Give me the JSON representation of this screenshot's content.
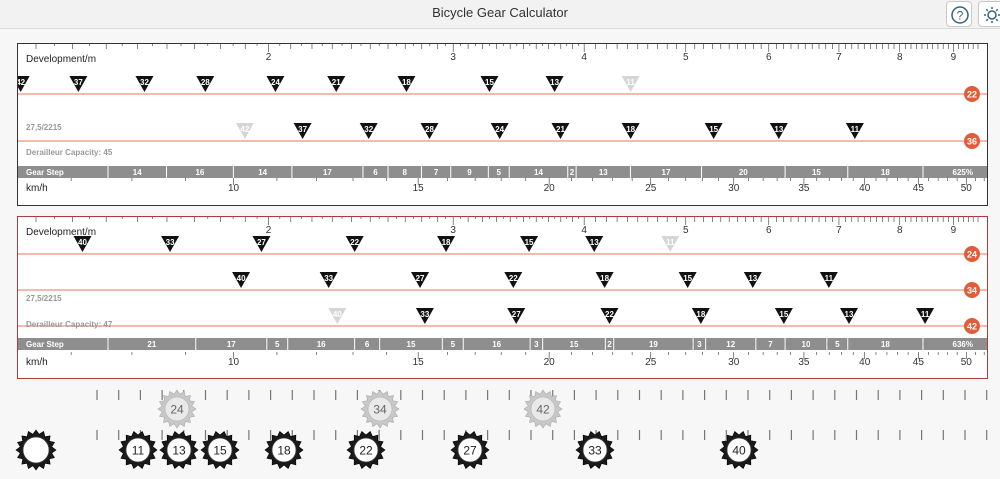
{
  "app": {
    "title": "Bicycle Gear Calculator",
    "help_label": "?",
    "settings_label": "settings"
  },
  "colors": {
    "chainring_line": "#e8755c",
    "chainring_badge": "#e25c3a",
    "marker_fill": "#111111",
    "marker_ghost": "#d6d6d6",
    "step_bar": "#8e8e8e",
    "info_text": "#999999"
  },
  "panels": [
    {
      "development_label": "Development/m",
      "speed_label": "km/h",
      "wheel_info": "27,5/2215",
      "capacity_label": "Derailleur Capacity: 45",
      "gear_step_label": "Gear Step",
      "gear_step_total": "625%",
      "gear_steps": [
        "14",
        "16",
        "14",
        "17",
        "6",
        "8",
        "7",
        "9",
        "5",
        "14",
        "2",
        "13",
        "17",
        "20",
        "15",
        "18"
      ],
      "development_ticks": [
        "2",
        "3",
        "4",
        "5",
        "6",
        "7",
        "8",
        "9"
      ],
      "speed_ticks": [
        "10",
        "15",
        "20",
        "25",
        "30",
        "35",
        "40",
        "45",
        "50"
      ],
      "chainrings": [
        {
          "teeth": "22",
          "cogs": [
            "42",
            "37",
            "32",
            "28",
            "24",
            "21",
            "18",
            "15",
            "13",
            "11"
          ],
          "ghost": [
            "11"
          ]
        },
        {
          "teeth": "36",
          "cogs": [
            "42",
            "37",
            "32",
            "28",
            "24",
            "21",
            "18",
            "15",
            "13",
            "11"
          ],
          "ghost": [
            "42"
          ]
        }
      ]
    },
    {
      "development_label": "Development/m",
      "speed_label": "km/h",
      "wheel_info": "27,5/2215",
      "capacity_label": "Derailleur Capacity: 47",
      "gear_step_label": "Gear Step",
      "gear_step_total": "636%",
      "gear_steps": [
        "21",
        "17",
        "5",
        "16",
        "6",
        "15",
        "5",
        "16",
        "3",
        "15",
        "2",
        "19",
        "3",
        "12",
        "7",
        "10",
        "5",
        "18"
      ],
      "development_ticks": [
        "2",
        "3",
        "4",
        "5",
        "6",
        "7",
        "8",
        "9"
      ],
      "speed_ticks": [
        "10",
        "15",
        "20",
        "25",
        "30",
        "35",
        "40",
        "45",
        "50"
      ],
      "chainrings": [
        {
          "teeth": "24",
          "cogs": [
            "40",
            "33",
            "27",
            "22",
            "18",
            "15",
            "13",
            "11"
          ],
          "ghost": [
            "11"
          ]
        },
        {
          "teeth": "34",
          "cogs": [
            "40",
            "33",
            "27",
            "22",
            "18",
            "15",
            "13",
            "11"
          ],
          "ghost": []
        },
        {
          "teeth": "42",
          "cogs": [
            "40",
            "33",
            "27",
            "22",
            "18",
            "15",
            "13",
            "11"
          ],
          "ghost": [
            "40"
          ]
        }
      ]
    }
  ],
  "gear_picker": {
    "chainring_options": [
      "24",
      "34",
      "42"
    ],
    "cassette_cogs": [
      "11",
      "13",
      "15",
      "18",
      "22",
      "27",
      "33",
      "40"
    ]
  }
}
